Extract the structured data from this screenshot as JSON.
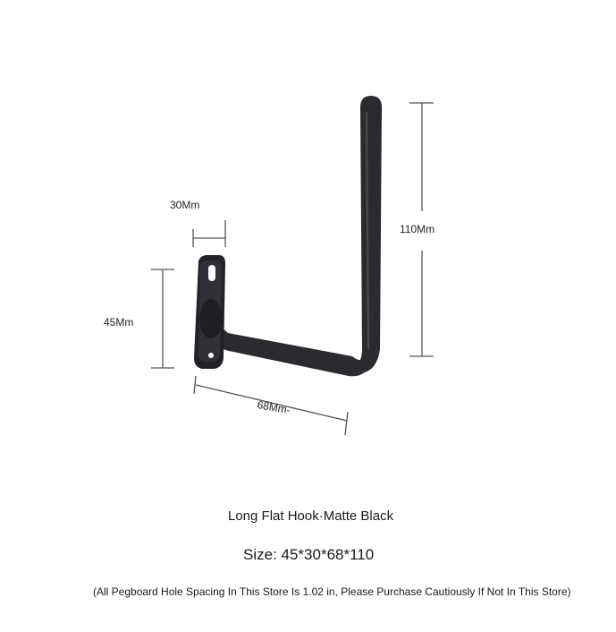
{
  "dimensions": {
    "width_label": "30Mm",
    "height_label": "110Mm",
    "plate_label": "45Mm",
    "depth_label": "68Mm-"
  },
  "product": {
    "name": "Long Flat Hook·Matte Black",
    "size": "Size: 45*30*68*110",
    "notice": "(All Pegboard Hole Spacing In This Store Is 1.02 in, Please Purchase Cautiously If Not In This Store)"
  },
  "colors": {
    "metal": "#2b2b2f",
    "dimension_line": "#555555"
  }
}
